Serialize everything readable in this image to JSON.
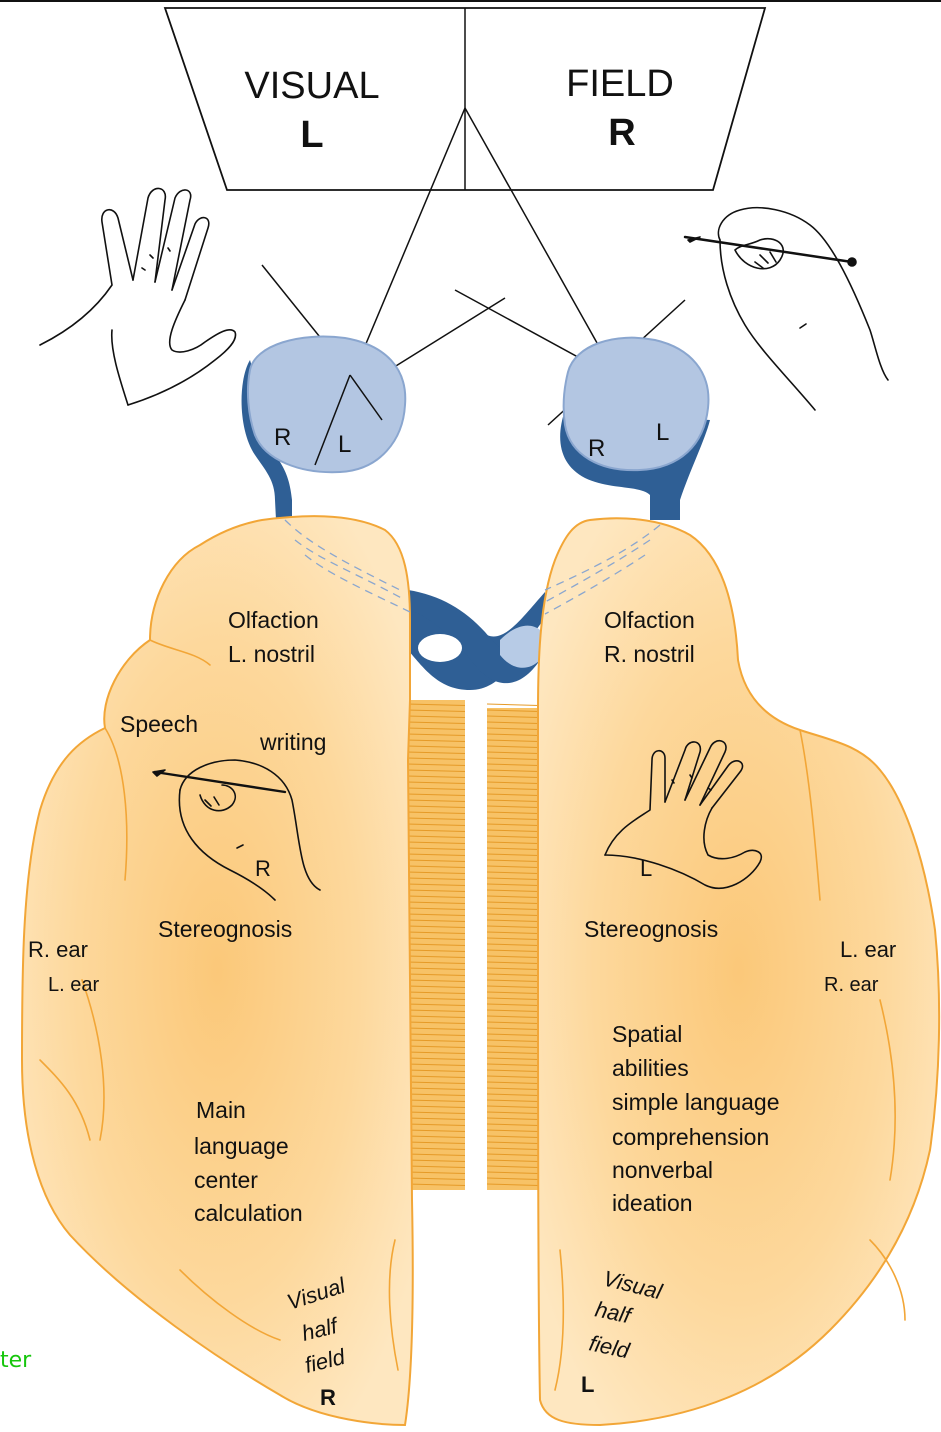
{
  "visual_field": {
    "left_word": "VISUAL",
    "right_word": "FIELD",
    "left_letter": "L",
    "right_letter": "R"
  },
  "eyes": {
    "left_eye_r": "R",
    "left_eye_l": "L",
    "right_eye_r": "R",
    "right_eye_l": "L"
  },
  "left_hemisphere": {
    "olfaction": "Olfaction",
    "nostril": "L. nostril",
    "speech": "Speech",
    "writing": "writing",
    "hand_letter": "R",
    "stereognosis": "Stereognosis",
    "ear_top": "R. ear",
    "ear_bottom": "L. ear",
    "main": "Main",
    "language": "language",
    "center": "center",
    "calculation": "calculation",
    "visual": "Visual",
    "half": "half",
    "field": "field",
    "field_letter": "R"
  },
  "right_hemisphere": {
    "olfaction": "Olfaction",
    "nostril": "R. nostril",
    "hand_letter": "L",
    "stereognosis": "Stereognosis",
    "ear_top": "L. ear",
    "ear_bottom": "R. ear",
    "spatial": "Spatial",
    "abilities": "abilities",
    "simple_language": "simple language",
    "comprehension": "comprehension",
    "nonverbal": "nonverbal",
    "ideation": "ideation",
    "visual": "Visual",
    "half": "half",
    "field": "field",
    "field_letter": "L"
  },
  "edge_text": "ter",
  "colors": {
    "brain_fill": "#fbcf85",
    "brain_outline": "#f2a637",
    "nerve_dark": "#2f5f95",
    "eye_fill": "#b3c6e2",
    "edge_text": "#16c60c"
  }
}
